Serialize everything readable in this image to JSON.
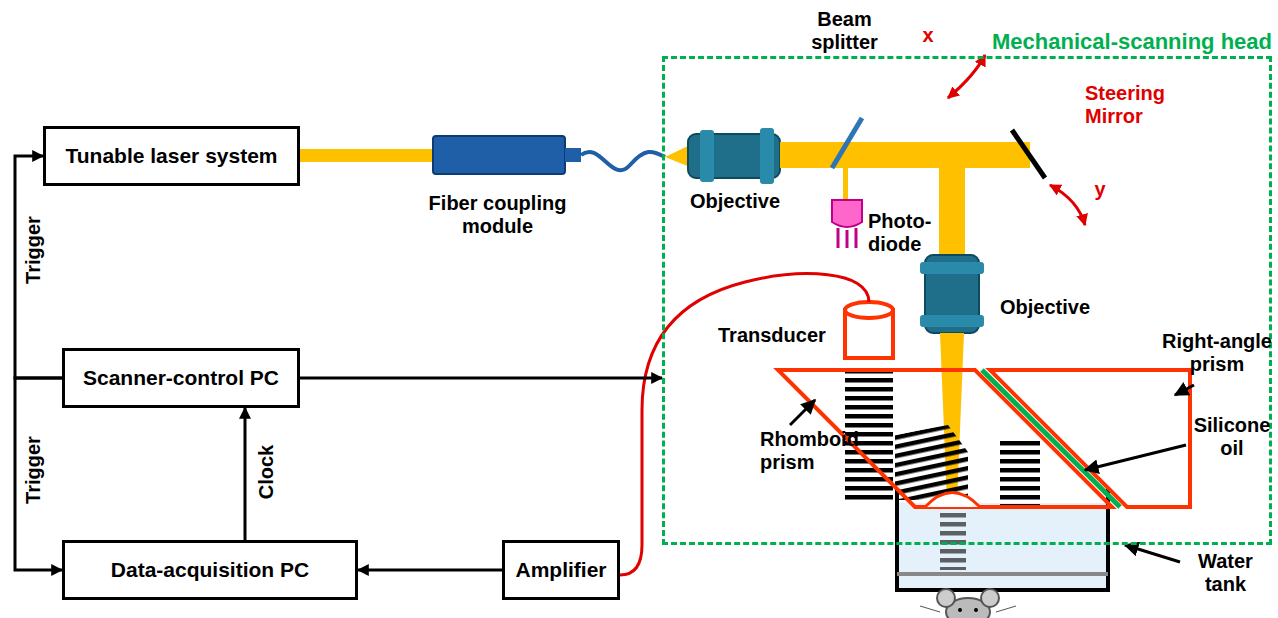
{
  "diagram": {
    "nodes": [
      {
        "text": [
          "Tunable laser system"
        ]
      },
      {
        "text": [
          "Scanner-control PC"
        ]
      },
      {
        "text": [
          "Data-acquisition PC"
        ]
      },
      {
        "text": [
          "Amplifier"
        ]
      },
      {
        "text": [
          "Mechanical-scanning head"
        ]
      }
    ],
    "edges": [
      {
        "from": 1,
        "to": 0,
        "arrow": "to",
        "label": "Trigger"
      },
      {
        "from": 1,
        "to": 2,
        "arrow": "to",
        "label": "Trigger"
      },
      {
        "from": 1,
        "to": 4,
        "arrow": "to"
      },
      {
        "from": 2,
        "to": 1,
        "arrow": "to",
        "label": "Clock"
      },
      {
        "from": 3,
        "to": 2,
        "arrow": "to"
      }
    ],
    "labels": [
      "Beam splitter",
      "x",
      "Steering Mirror",
      "y",
      "Fiber coupling module",
      "Objective",
      "Photo- diode",
      "Objective",
      "Transducer",
      "Right-angle prism",
      "Silicone oil",
      "Rhomboid prism",
      "Water tank"
    ]
  }
}
